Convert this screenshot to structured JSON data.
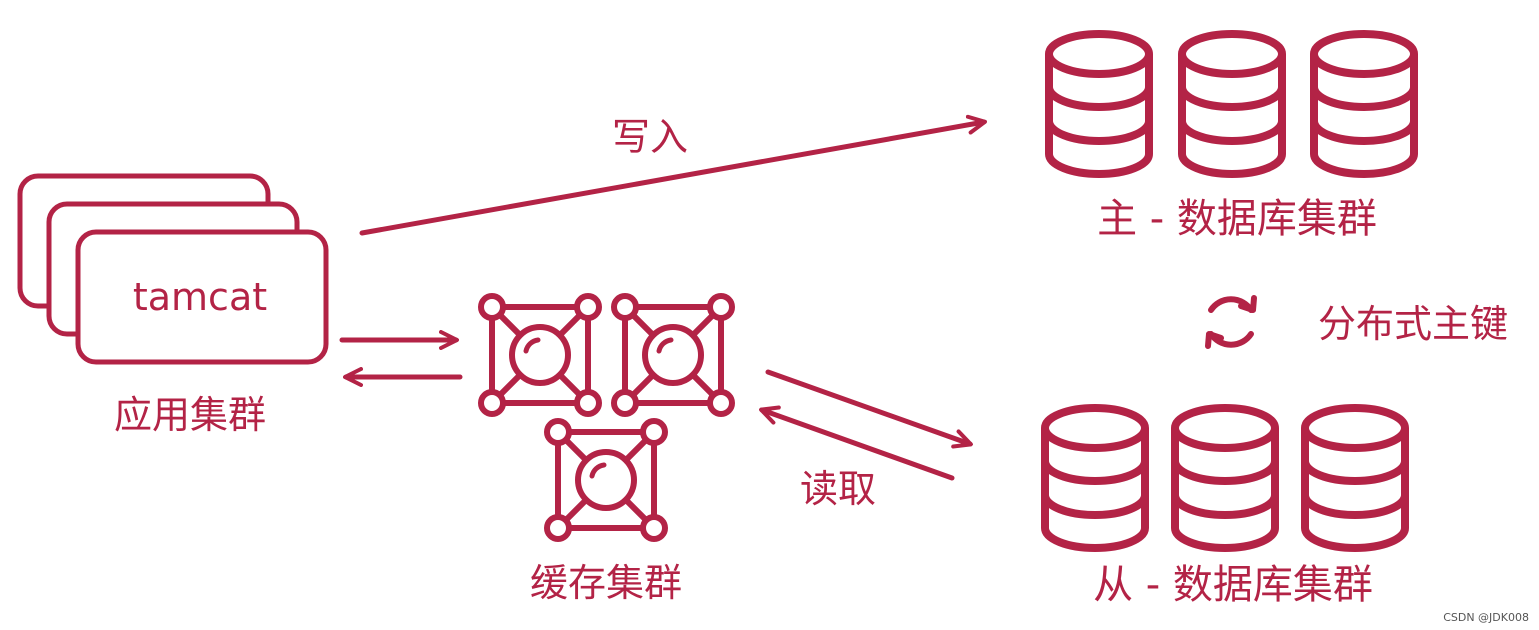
{
  "colors": {
    "accent": "#b32346",
    "background": "#ffffff",
    "watermark": "#555555"
  },
  "app_cluster": {
    "card_text": "tamcat",
    "label": "应用集群"
  },
  "cache_cluster": {
    "label": "缓存集群"
  },
  "master_db": {
    "label": "主 - 数据库集群"
  },
  "slave_db": {
    "label": "从 - 数据库集群"
  },
  "sync": {
    "icon": "sync-icon",
    "label": "分布式主键"
  },
  "arrows": {
    "write_label": "写入",
    "read_label": "读取"
  },
  "watermark": "CSDN @JDK008"
}
